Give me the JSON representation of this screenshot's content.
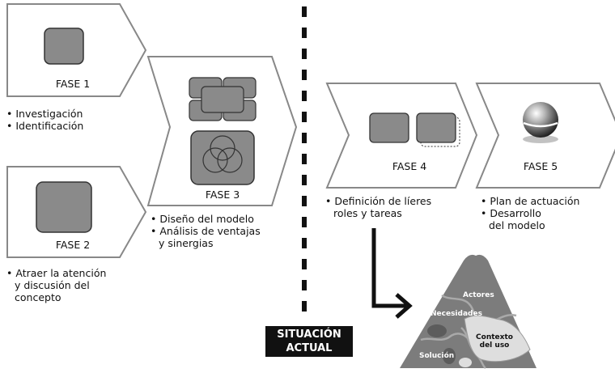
{
  "phases": [
    {
      "label": "FASE 1",
      "bullets": [
        "Investigación",
        "Identificación"
      ]
    },
    {
      "label": "FASE 2",
      "bullets": [
        "Atraer la atención",
        "y discusión del",
        "concepto"
      ]
    },
    {
      "label": "FASE 3",
      "bullets": [
        "Diseño del modelo",
        "Análisis de ventajas",
        "y sinergias"
      ]
    },
    {
      "label": "FASE 4",
      "bullets": [
        "Definición de líeres",
        "roles y tareas"
      ]
    },
    {
      "label": "FASE 5",
      "bullets": [
        "Plan de actuación",
        "Desarrollo",
        "del modelo"
      ]
    }
  ],
  "divider_label": [
    "SITUACIÓN",
    "ACTUAL"
  ],
  "puzzle": {
    "actores": "Actores",
    "necesidades": "Necesidades",
    "contexto": [
      "Contexto",
      "del uso"
    ],
    "solucion": "Solución"
  }
}
